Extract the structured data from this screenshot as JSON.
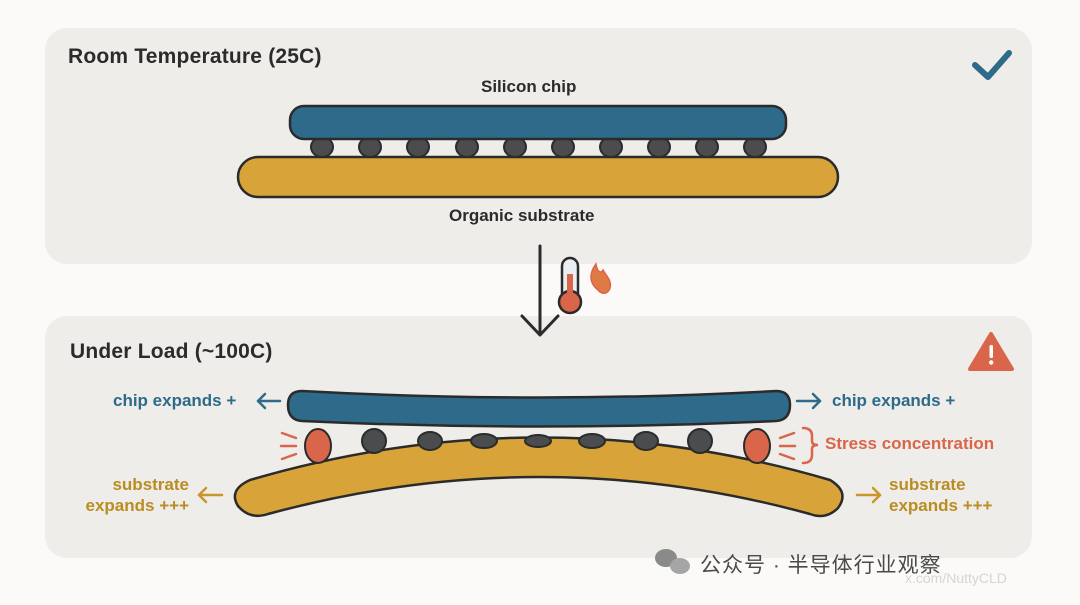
{
  "top_panel": {
    "title": "Room Temperature (25C)",
    "chip_label": "Silicon chip",
    "substrate_label": "Organic substrate",
    "status_icon": "check-icon"
  },
  "transition": {
    "icons": [
      "down-arrow-icon",
      "thermometer-icon",
      "flame-icon"
    ]
  },
  "bottom_panel": {
    "title": "Under Load (~100C)",
    "status_icon": "warning-triangle-icon",
    "chip_expands_left": "chip expands +",
    "chip_expands_right": "chip expands +",
    "substrate_expands_left_1": "substrate",
    "substrate_expands_left_2": "expands +++",
    "substrate_expands_right_1": "substrate",
    "substrate_expands_right_2": "expands +++",
    "stress_label": "Stress concentration"
  },
  "colors": {
    "chip": "#2e6b8a",
    "substrate": "#d8a43a",
    "solder": "#4a4c4e",
    "stressed_solder": "#d9664a",
    "check": "#2e6b8a",
    "warning": "#d9664a",
    "chip_text": "#2e6b8a",
    "substrate_text": "#b98d22",
    "stress_text": "#d9664a"
  },
  "watermark": {
    "text": "公众号 · 半导体行业观察",
    "handle": "x.com/NuttyCLD"
  }
}
